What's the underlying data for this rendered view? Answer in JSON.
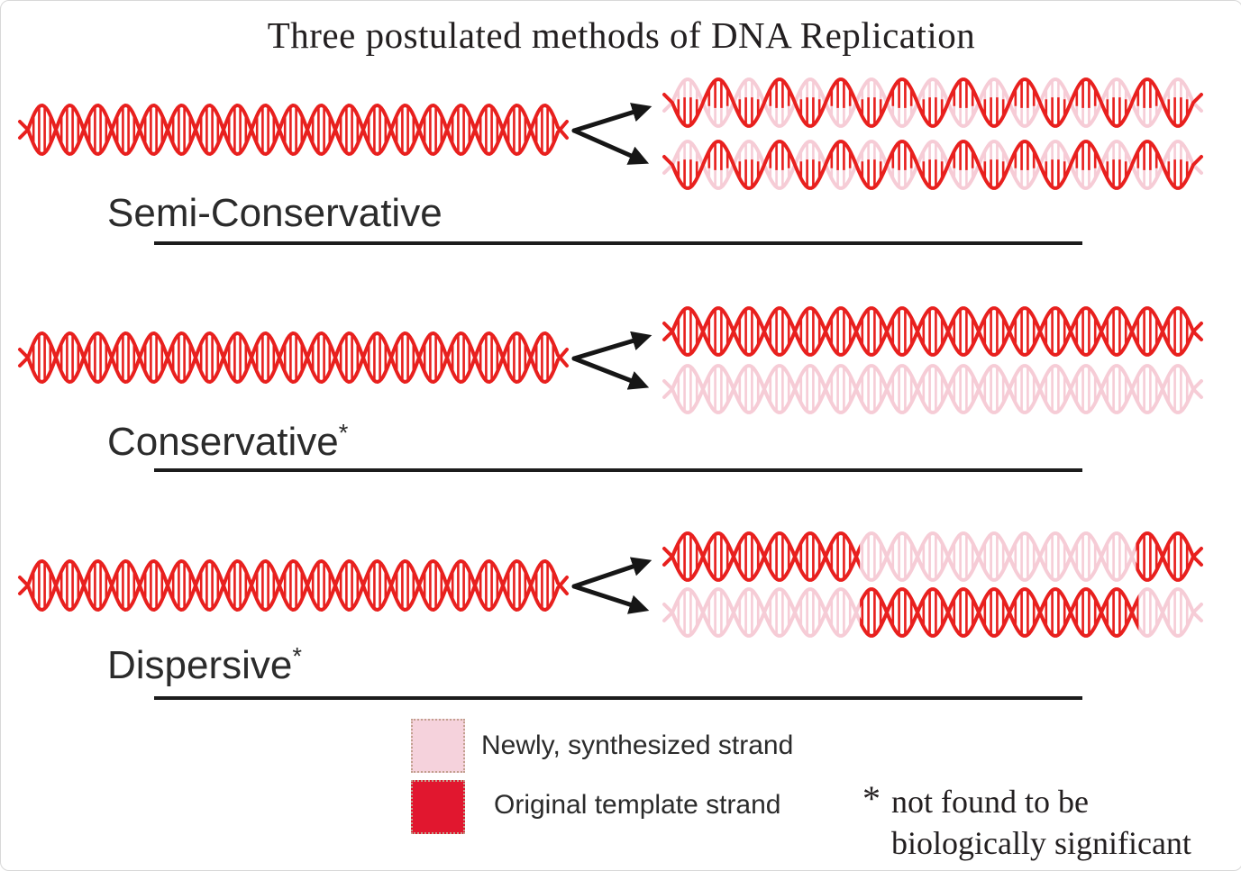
{
  "title": "Three postulated methods of DNA Replication",
  "colors": {
    "template_red": "#e8201e",
    "new_pink": "#f6ccd6",
    "arrow_black": "#161616",
    "legend_pink": "#f5d2dc",
    "legend_red": "#e1172f"
  },
  "rows": [
    {
      "label": "Semi-Conservative",
      "suffix": "",
      "daughters": [
        {
          "scheme": "hybrid"
        },
        {
          "scheme": "hybrid"
        }
      ]
    },
    {
      "label": "Conservative",
      "suffix": "*",
      "daughters": [
        {
          "scheme": "red"
        },
        {
          "scheme": "pink"
        }
      ]
    },
    {
      "label": "Dispersive",
      "suffix": "*",
      "daughters": [
        {
          "scheme": "mixed",
          "red_segments": [
            [
              0,
              0.36
            ],
            [
              0.89,
              1
            ]
          ]
        },
        {
          "scheme": "mixed",
          "red_segments": [
            [
              0.36,
              0.895
            ]
          ]
        }
      ]
    }
  ],
  "legend": [
    {
      "swatch": "new-strand",
      "label": "Newly, synthesized strand"
    },
    {
      "swatch": "template-strand",
      "label": "Original template strand"
    }
  ],
  "footnote": {
    "marker": "*",
    "line1": "not found to be",
    "line2": "biologically significant"
  }
}
